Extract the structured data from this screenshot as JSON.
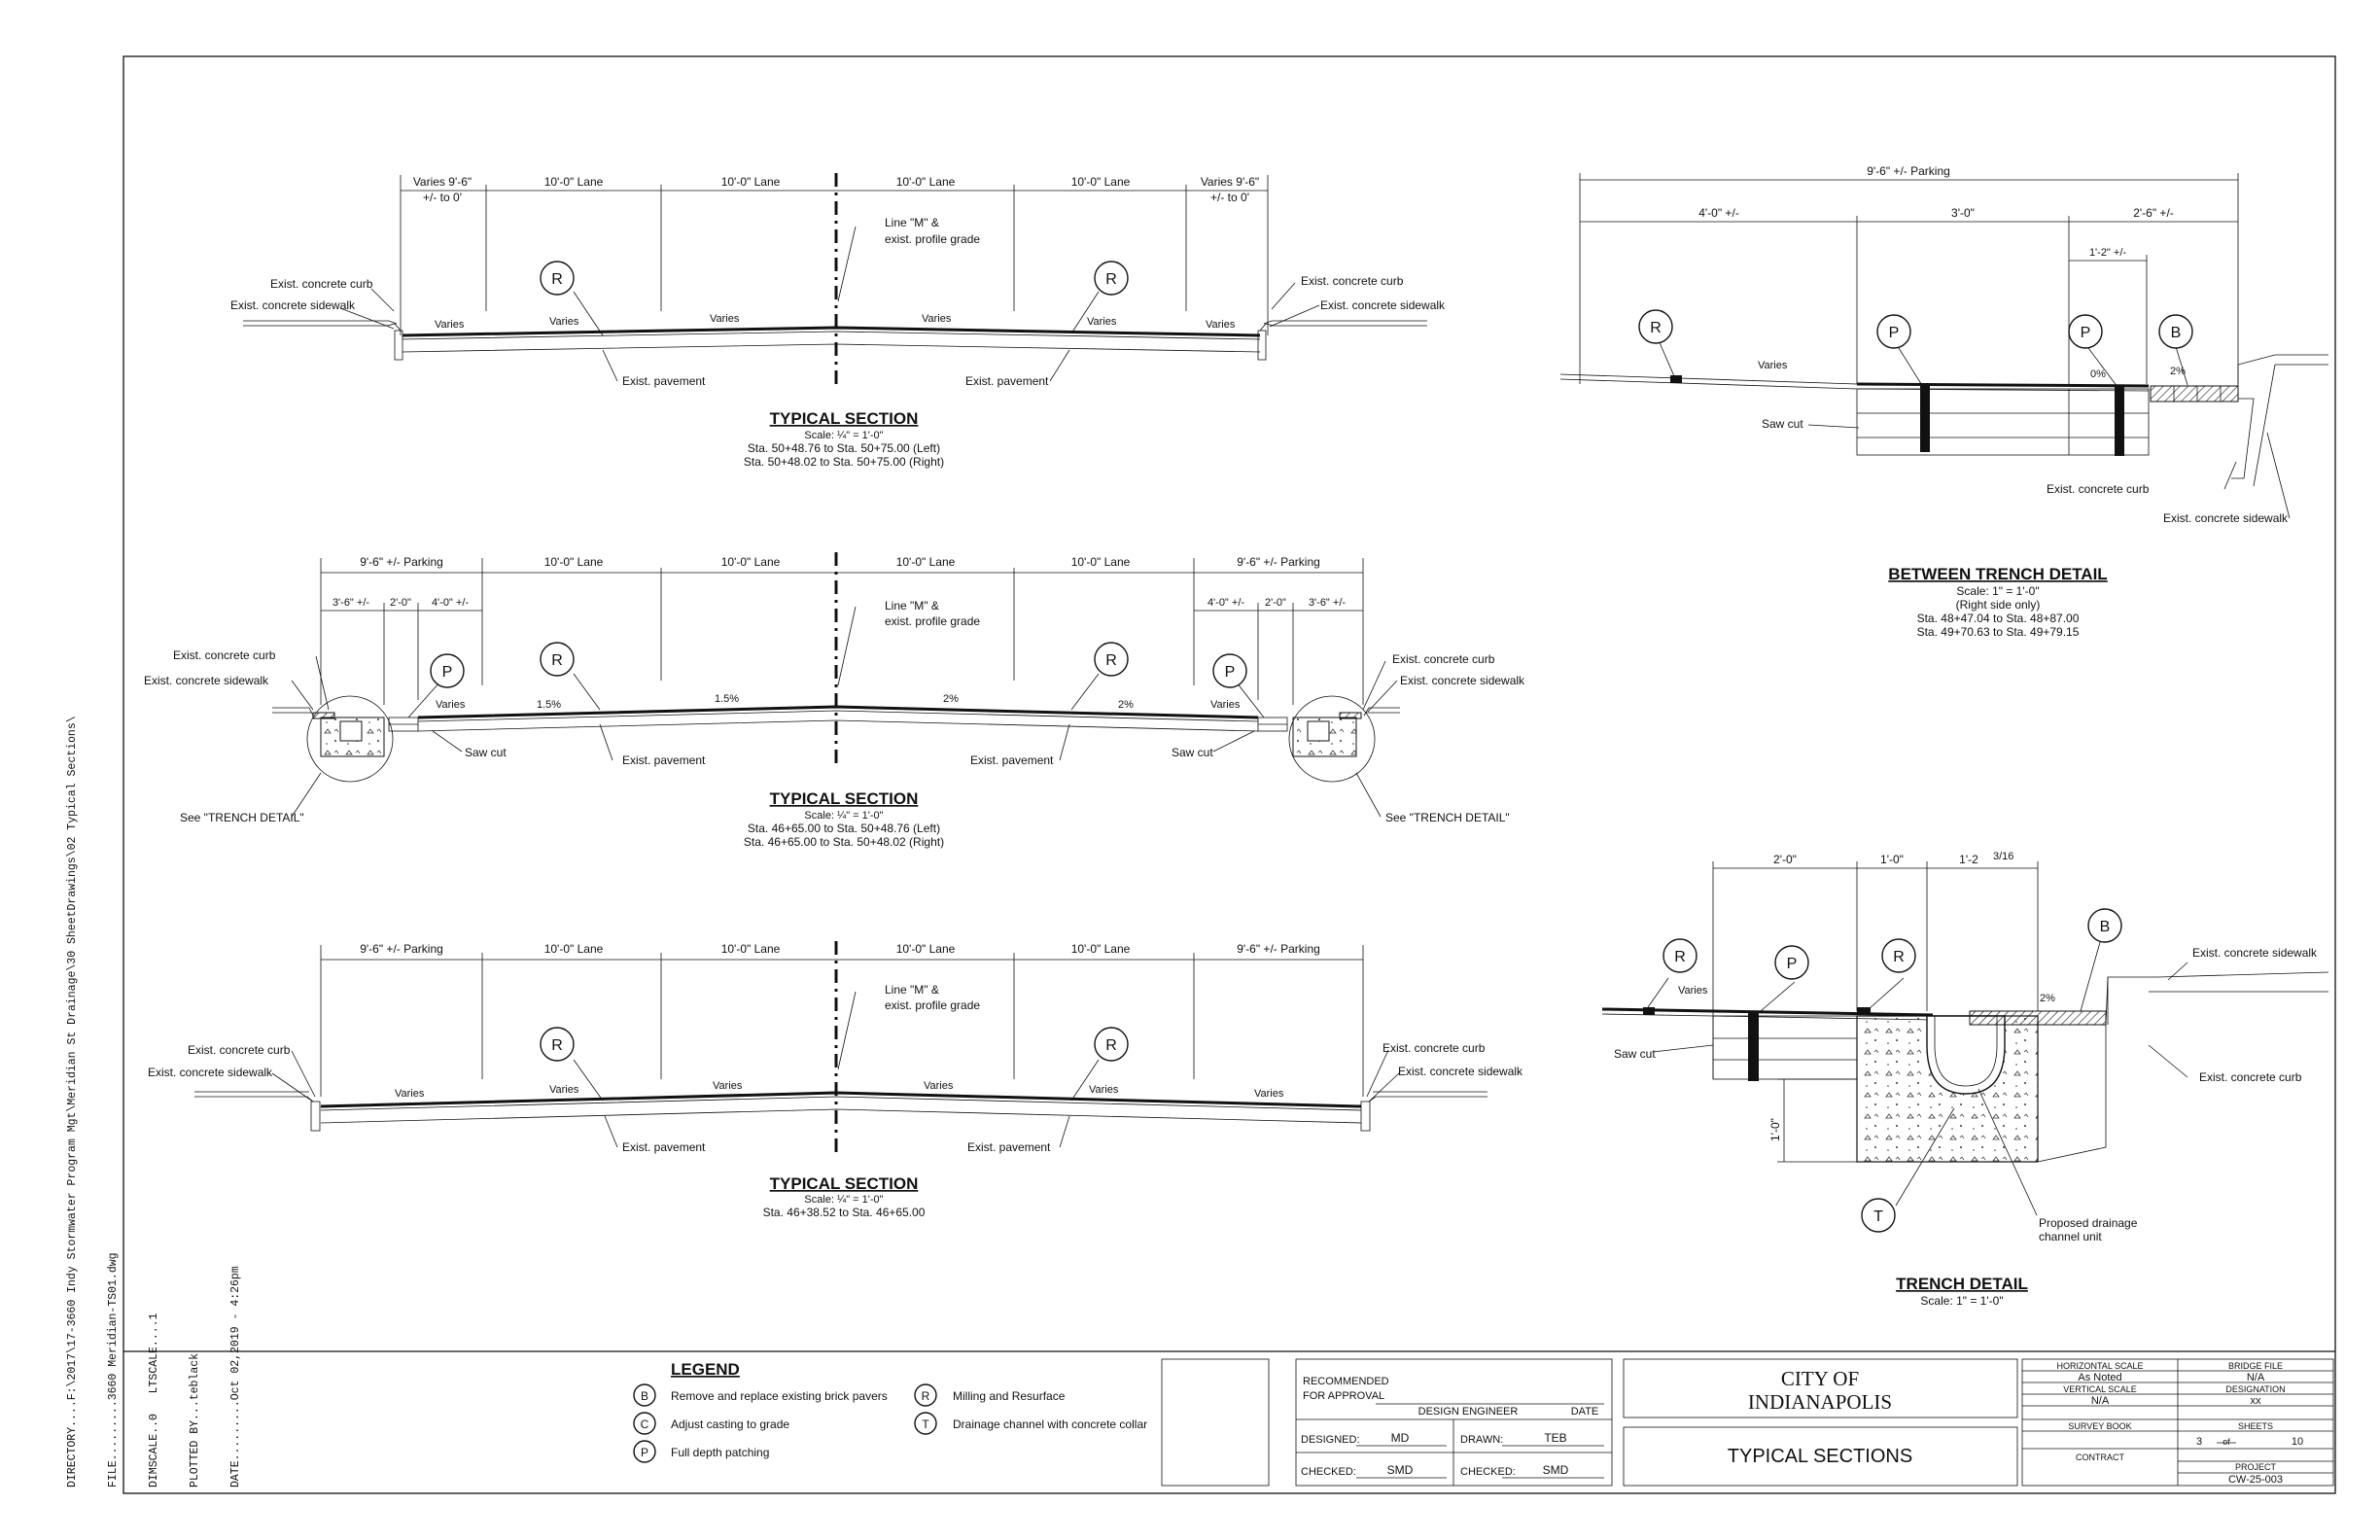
{
  "plot_info": {
    "directory": "DIRECTORY....F:\\2017\\17-3660 Indy Stormwater Program Mgt\\Meridian St Drainage\\30 SheetDrawings\\02 Typical Sections\\",
    "file": "FILE.........3660 Meridian-TS01.dwg",
    "dimscale": "DIMSCALE..0   LTSCALE....1",
    "plotted_by": "PLOTTED BY...teblack",
    "date": "DATE.........Oct 02,2019 - 4:26pm"
  },
  "section1": {
    "dims": [
      "Varies 9'-6\"",
      "+/- to 0'",
      "10'-0\" Lane",
      "10'-0\" Lane",
      "10'-0\" Lane",
      "10'-0\" Lane",
      "Varies 9'-6\"",
      "+/- to 0'"
    ],
    "line_m": "Line \"M\" &",
    "grade": "exist. profile grade",
    "curb": "Exist. concrete curb",
    "sidewalk": "Exist. concrete sidewalk",
    "varies": "Varies",
    "pavement": "Exist. pavement",
    "title": "TYPICAL SECTION",
    "scale": "Scale: ¼\" = 1'-0\"",
    "sta1": "Sta. 50+48.76 to Sta. 50+75.00 (Left)",
    "sta2": "Sta. 50+48.02 to Sta. 50+75.00 (Right)"
  },
  "section2": {
    "parking": "9'-6\" +/- Parking",
    "lane": "10'-0\" Lane",
    "d36": "3'-6\" +/-",
    "d20": "2'-0\"",
    "d40": "4'-0\" +/-",
    "slope15": "1.5%",
    "slope2": "2%",
    "sawcut": "Saw cut",
    "trench_ref": "See \"TRENCH DETAIL\"",
    "title": "TYPICAL SECTION",
    "scale": "Scale: ¼\" = 1'-0\"",
    "sta1": "Sta. 46+65.00 to Sta. 50+48.76 (Left)",
    "sta2": "Sta. 46+65.00 to Sta. 50+48.02 (Right)"
  },
  "section3": {
    "title": "TYPICAL SECTION",
    "scale": "Scale: ¼\" = 1'-0\"",
    "sta1": "Sta. 46+38.52 to Sta. 46+65.00"
  },
  "between": {
    "overall": "9'-6\" +/- Parking",
    "d40": "4'-0\" +/-",
    "d30": "3'-0\"",
    "d26": "2'-6\" +/-",
    "d12": "1'-2\" +/-",
    "varies": "Varies",
    "slope0": "0%",
    "slope2": "2%",
    "sawcut": "Saw cut",
    "curb": "Exist. concrete curb",
    "sidewalk": "Exist. concrete sidewalk",
    "title": "BETWEEN TRENCH DETAIL",
    "scale": "Scale: 1\" = 1'-0\"",
    "note": "(Right side only)",
    "sta1": "Sta. 48+47.04 to Sta. 48+87.00",
    "sta2": "Sta. 49+70.63 to Sta. 49+79.15"
  },
  "trench": {
    "d20": "2'-0\"",
    "d10": "1'-0\"",
    "d12": "1'-2",
    "d12frac": "3/16",
    "d10v": "1'-0\"",
    "varies": "Varies",
    "slope2": "2%",
    "sawcut": "Saw cut",
    "sidewalk": "Exist. concrete sidewalk",
    "curb": "Exist. concrete curb",
    "channel1": "Proposed drainage",
    "channel2": "channel unit",
    "title": "TRENCH DETAIL",
    "scale": "Scale: 1\" = 1'-0\""
  },
  "legend": {
    "title": "LEGEND",
    "items": [
      {
        "key": "B",
        "text": "Remove and replace existing brick pavers"
      },
      {
        "key": "C",
        "text": "Adjust casting to grade"
      },
      {
        "key": "P",
        "text": "Full depth patching"
      },
      {
        "key": "R",
        "text": "Milling and Resurface"
      },
      {
        "key": "T",
        "text": "Drainage channel with concrete collar"
      }
    ]
  },
  "approval": {
    "recommended": "RECOMMENDED",
    "for_approval": "FOR APPROVAL",
    "design_engineer": "DESIGN ENGINEER",
    "date": "DATE",
    "designed_label": "DESIGNED:",
    "designed": "MD",
    "drawn_label": "DRAWN:",
    "drawn": "TEB",
    "checked_label": "CHECKED:",
    "checked1": "SMD",
    "checked2_label": "CHECKED:",
    "checked2": "SMD"
  },
  "city": {
    "line1": "CITY  OF",
    "line2": "INDIANAPOLIS",
    "sheet_title": "TYPICAL SECTIONS"
  },
  "info": {
    "hscale_label": "HORIZONTAL SCALE",
    "hscale": "As Noted",
    "vscale_label": "VERTICAL SCALE",
    "vscale": "N/A",
    "bridge_label": "BRIDGE FILE",
    "bridge": "N/A",
    "designation_label": "DESIGNATION",
    "designation": "xx",
    "survey_label": "SURVEY BOOK",
    "sheets_label": "SHEETS",
    "sheet_no": "3",
    "of": "of",
    "sheet_total": "10",
    "contract_label": "CONTRACT",
    "project_label": "PROJECT",
    "project": "CW-25-003"
  },
  "markers": {
    "R": "R",
    "P": "P",
    "B": "B",
    "T": "T"
  }
}
